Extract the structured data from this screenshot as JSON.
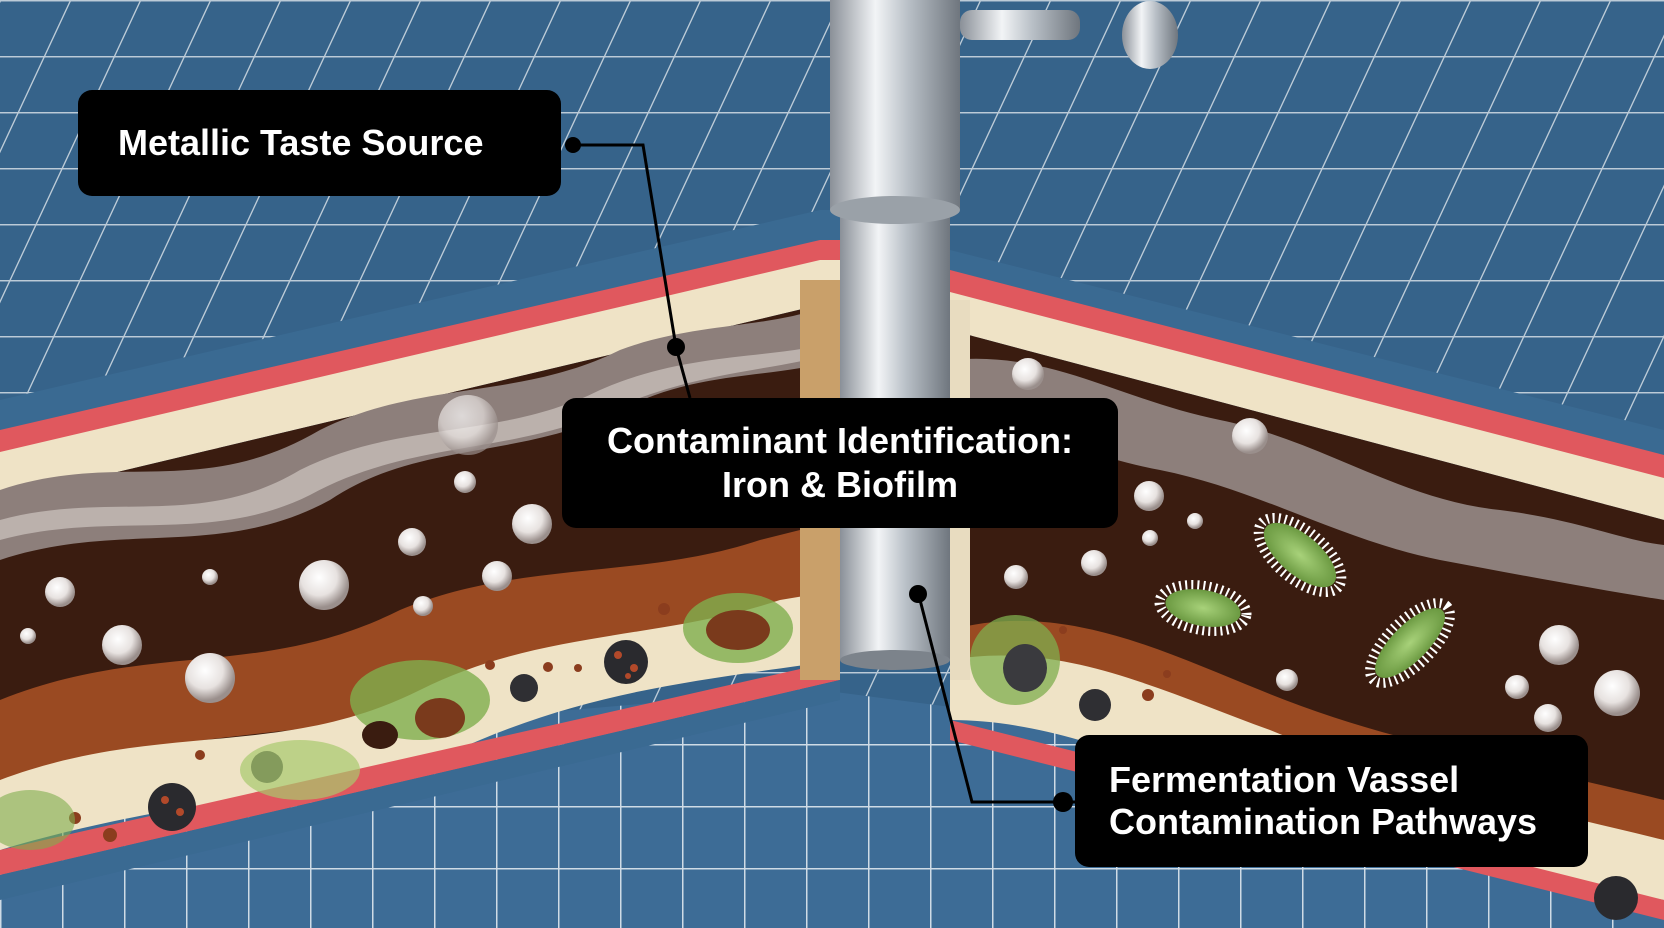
{
  "labels": {
    "metallic_taste_source": "Metallic Taste Source",
    "contaminant_identification_line1": "Contaminant Identification:",
    "contaminant_identification_line2": "Iron & Biofilm",
    "fermentation_line1": "Fermentation Vassel",
    "fermentation_line2": "Contamination Pathways"
  },
  "colors": {
    "tile": "#3b6a93",
    "grout": "#d9e4ee",
    "red_stripe": "#e0585e",
    "cream": "#efe3c6",
    "sludge_dark": "#3a1c10",
    "rust": "#9a4a22",
    "biofilm_green": "#7fae4e",
    "steel": "#c9ced4",
    "callout_bg": "#000000",
    "callout_text": "#ffffff"
  }
}
